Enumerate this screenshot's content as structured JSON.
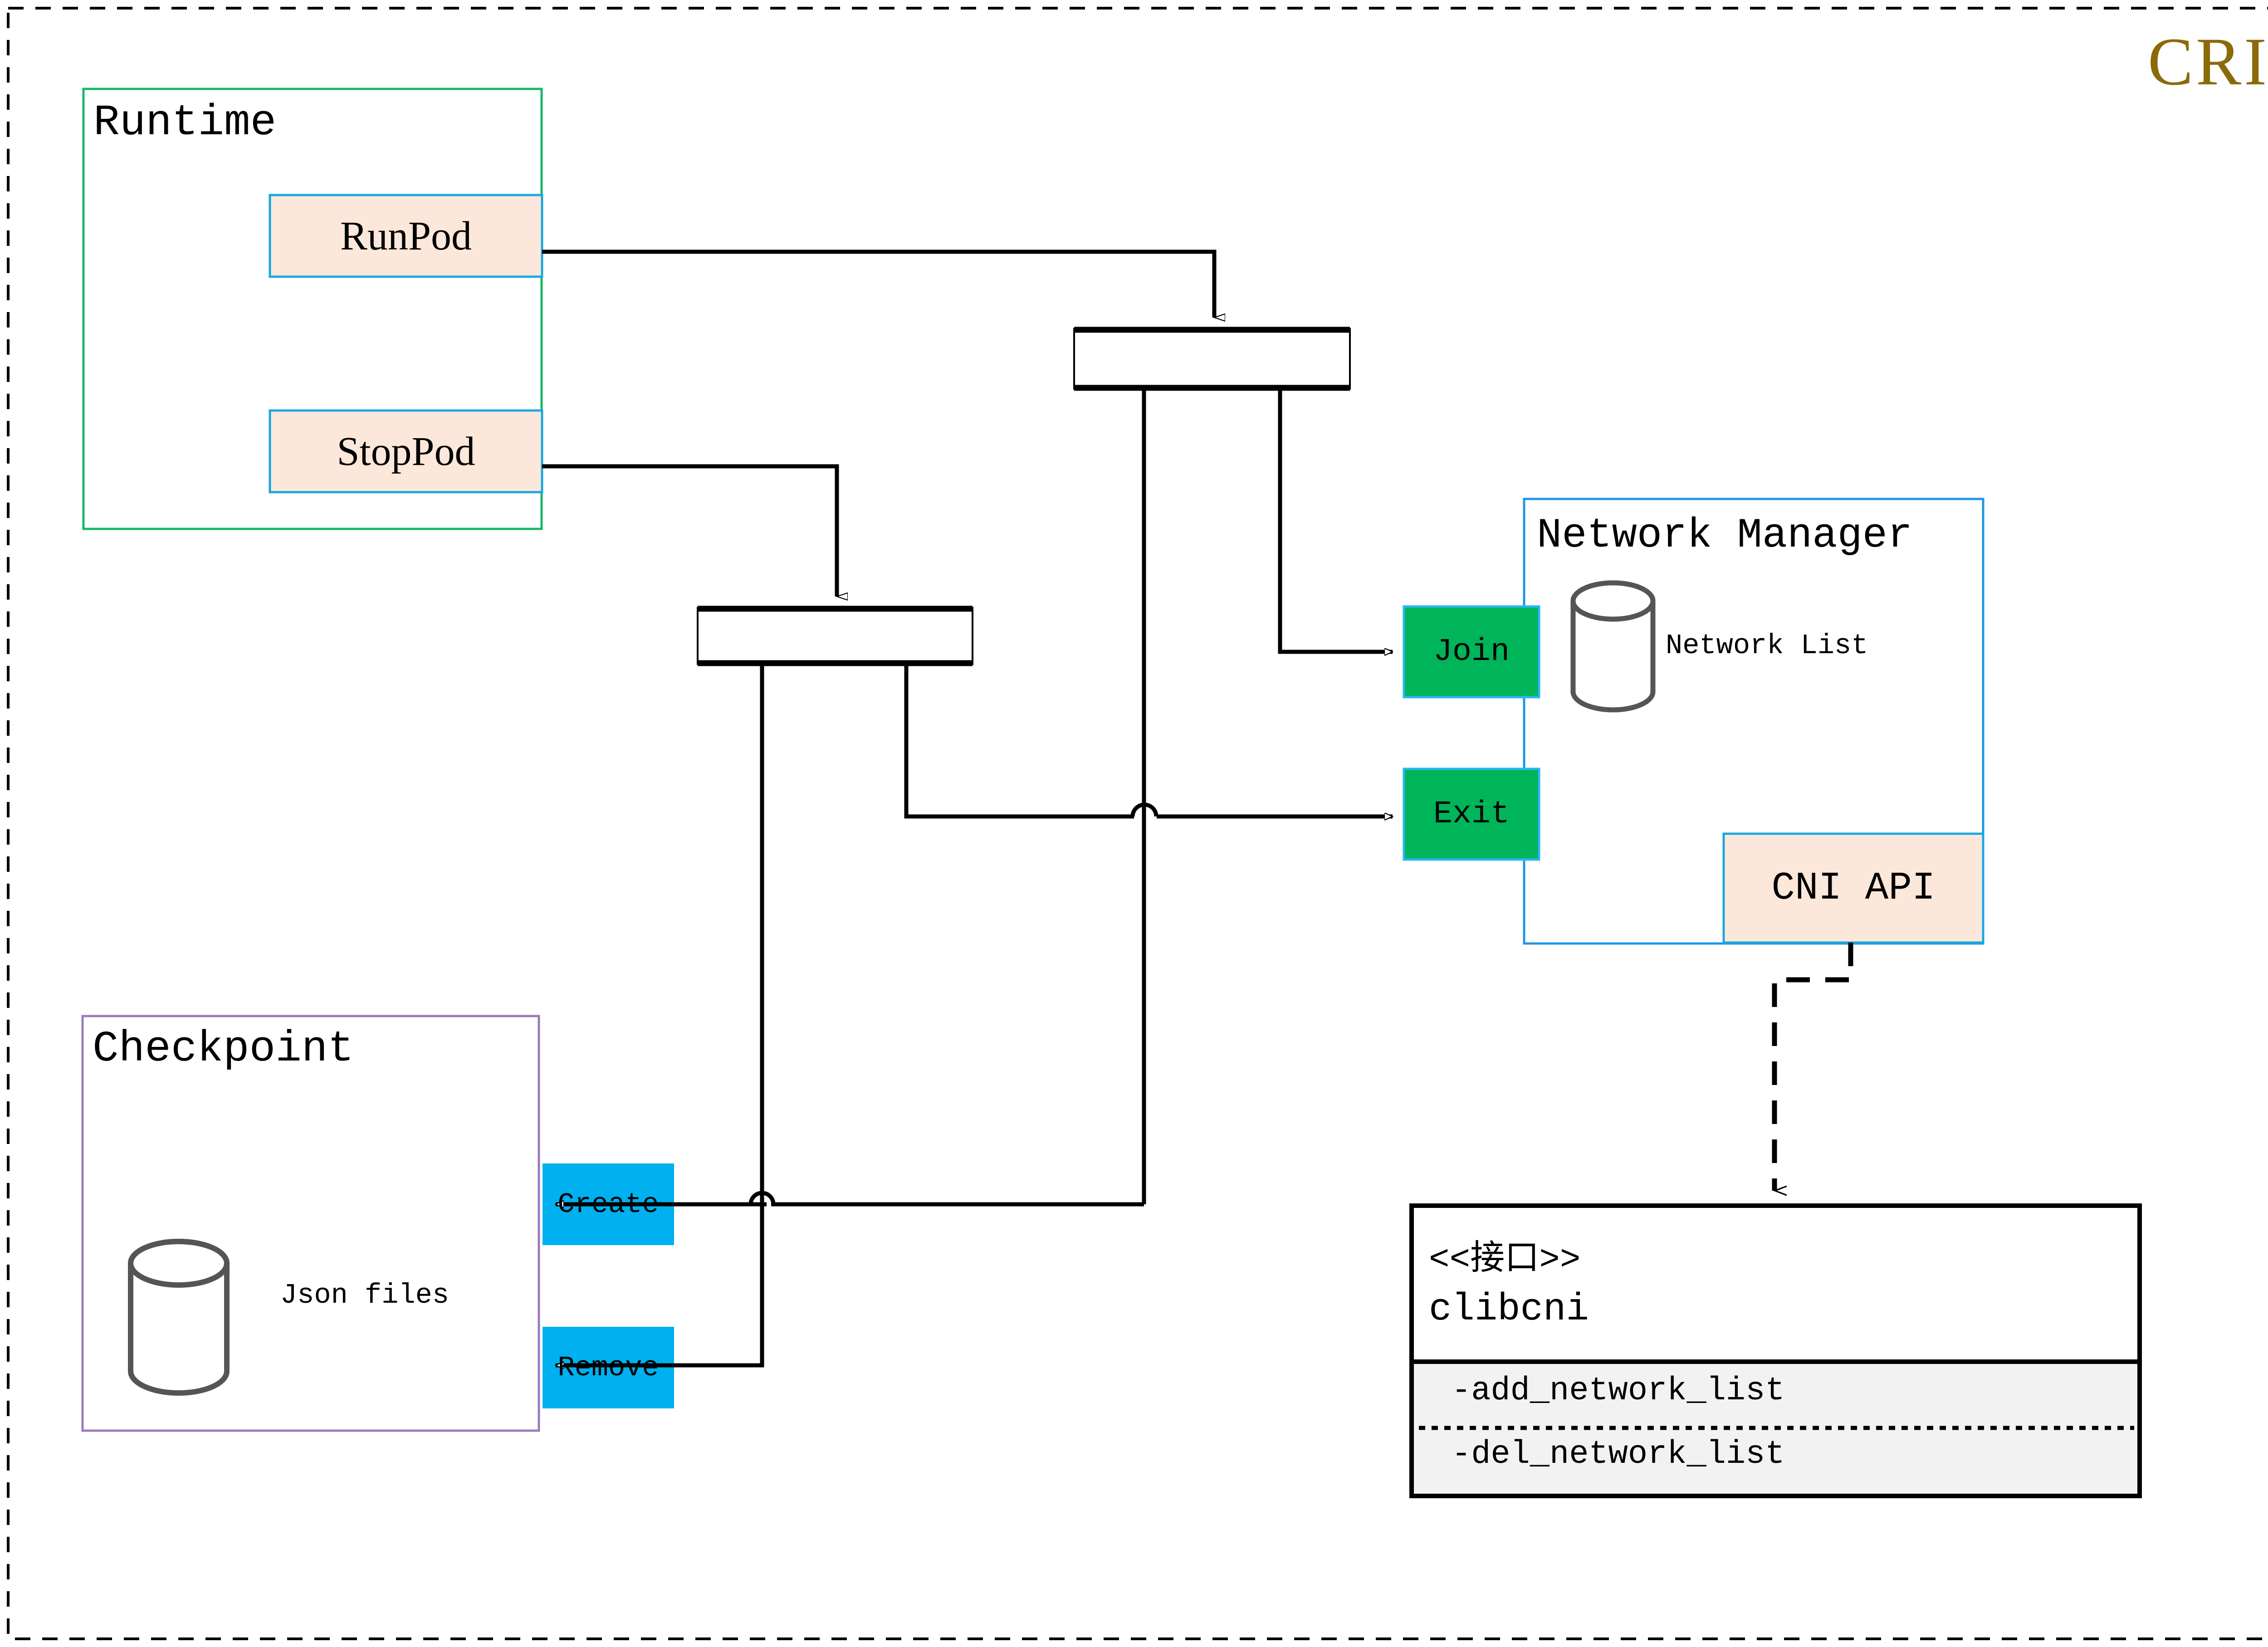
{
  "diagram": {
    "title": "CRI",
    "title_color": "#8a6a09",
    "outer_border_style": "dashed"
  },
  "groups": [
    {
      "name": "runtime",
      "label": "Runtime",
      "border_color": "#16b866"
    },
    {
      "name": "checkpoint",
      "label": "Checkpoint",
      "border_color": "#9b7bb8"
    },
    {
      "name": "network_manager",
      "label": "Network Manager",
      "border_color": "#2196e3"
    }
  ],
  "runtime_actions": [
    {
      "name": "runpod",
      "label": "RunPod",
      "fill": "#fce8da",
      "stroke": "#1ba7e0"
    },
    {
      "name": "stoppod",
      "label": "StopPod",
      "fill": "#fce8da",
      "stroke": "#1ba7e0"
    }
  ],
  "network_actions": [
    {
      "name": "join",
      "label": "Join",
      "fill": "#00b45a",
      "stroke": "#29b6f6"
    },
    {
      "name": "exit",
      "label": "Exit",
      "fill": "#00b45a",
      "stroke": "#29b6f6"
    }
  ],
  "checkpoint_actions": [
    {
      "name": "create",
      "label": "Create",
      "fill": "#00b0ef"
    },
    {
      "name": "remove",
      "label": "Remove",
      "fill": "#00b0ef"
    }
  ],
  "datastores": [
    {
      "name": "json-files",
      "label": "Json files"
    },
    {
      "name": "network-list",
      "label": "Network List"
    }
  ],
  "cni_api": {
    "label": "CNI API",
    "fill": "#fce8da",
    "stroke": "#1ba7e0"
  },
  "interface_box": {
    "stereotype": "<<接口>>",
    "name": "clibcni",
    "methods": [
      "-add_network_list",
      "-del_network_list"
    ],
    "method_panel_fill": "#f2f2f2"
  }
}
